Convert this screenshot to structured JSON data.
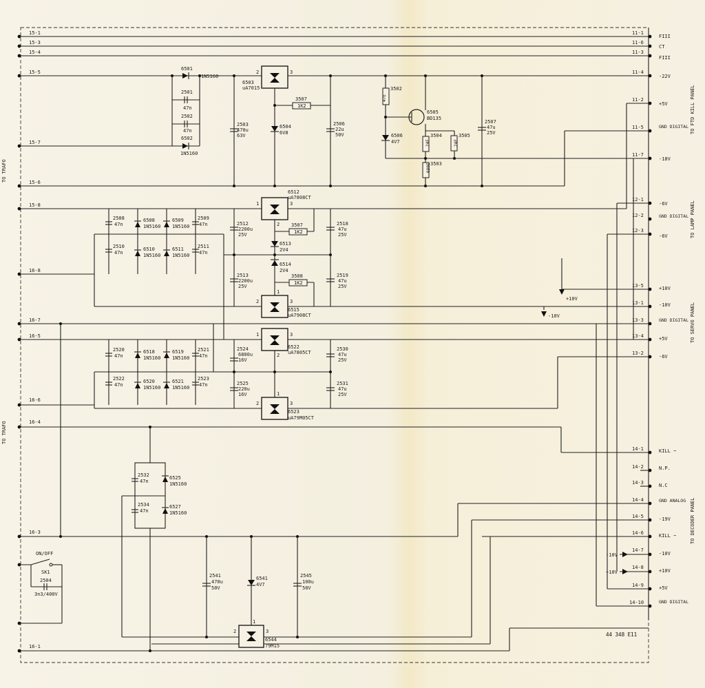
{
  "left_labels": {
    "to_trafo_top": "TO TRAFO",
    "to_trafo_bottom": "TO TRAFO"
  },
  "connectors_left": [
    "15-1",
    "15-3",
    "15-4",
    "15-5",
    "15-7",
    "15-6",
    "15-8",
    "16-8",
    "16-7",
    "16-5",
    "16-6",
    "16-4",
    "16-3",
    "16-1"
  ],
  "connectors_right": [
    {
      "pin": "11-1",
      "label": "FIII"
    },
    {
      "pin": "11-6",
      "label": "CT"
    },
    {
      "pin": "11-3",
      "label": "FIII"
    },
    {
      "pin": "11-4",
      "label": "-22V"
    },
    {
      "pin": "11-2",
      "label": "+5V"
    },
    {
      "pin": "11-5",
      "label": "GND DIGITAL"
    },
    {
      "pin": "11-7",
      "label": "-18V"
    },
    {
      "pin": "12-1",
      "label": "-6V"
    },
    {
      "pin": "12-2",
      "label": "GND DIGITAL"
    },
    {
      "pin": "12-3",
      "label": "-6V"
    },
    {
      "pin": "13-5",
      "label": "+10V"
    },
    {
      "pin": "13-1",
      "label": "-10V"
    },
    {
      "pin": "13-3",
      "label": "GND DIGITAL"
    },
    {
      "pin": "13-4",
      "label": "+5V"
    },
    {
      "pin": "13-2",
      "label": "-6V"
    },
    {
      "pin": "14-1",
      "label": "KILL ~"
    },
    {
      "pin": "14-2",
      "label": "N.P."
    },
    {
      "pin": "14-3",
      "label": "N.C"
    },
    {
      "pin": "14-4",
      "label": "GND ANALOG"
    },
    {
      "pin": "14-5",
      "label": "-19V"
    },
    {
      "pin": "14-6",
      "label": "KILL ~"
    },
    {
      "pin": "14-7",
      "label": "-10V"
    },
    {
      "pin": "14-8",
      "label": "+10V"
    },
    {
      "pin": "14-9",
      "label": "+5V"
    },
    {
      "pin": "14-10",
      "label": "GND DIGITAL"
    }
  ],
  "panels": {
    "ftd": "TO FTD KILL PANEL",
    "lamp": "TO LAMP PANEL",
    "servo": "TO SERVO PANEL",
    "decoder": "TO DECODER PANEL"
  },
  "components": {
    "d6501": [
      "6501",
      "1N5160"
    ],
    "c2501": [
      "2501",
      "47n"
    ],
    "c2502": [
      "2502",
      "47n"
    ],
    "d6502": [
      "6502",
      "1N5160"
    ],
    "ic6503": [
      "6503",
      "uA7015"
    ],
    "c2503": [
      "2503",
      "470u",
      "63V"
    ],
    "d6504": [
      "6504",
      "6V8"
    ],
    "r3507a": [
      "3507",
      "1K2"
    ],
    "c2506": [
      "2506",
      "22u",
      "50V"
    ],
    "r3502": [
      "3502",
      "47E"
    ],
    "q6505": [
      "6505",
      "BD135"
    ],
    "d6506": [
      "6506",
      "4V7"
    ],
    "r3504": [
      "3504",
      "24E"
    ],
    "r3505": [
      "3505",
      "24E"
    ],
    "r3503": [
      "3503",
      "680E"
    ],
    "c2507": [
      "2507",
      "47u",
      "25V"
    ],
    "ic6512": [
      "6512",
      "uA7808CT"
    ],
    "c2508": [
      "2508",
      "47n"
    ],
    "d6508": [
      "6508",
      "1N5160"
    ],
    "d6509": [
      "6509",
      "1N5160"
    ],
    "c2509": [
      "2509",
      "47n"
    ],
    "c2510": [
      "2510",
      "47n"
    ],
    "d6510": [
      "6510",
      "1N5160"
    ],
    "d6511": [
      "6511",
      "1N5160"
    ],
    "c2511": [
      "2511",
      "47n"
    ],
    "c2512": [
      "2512",
      "2200u",
      "25V"
    ],
    "r3507b": [
      "3507",
      "1K2"
    ],
    "c2518": [
      "2518",
      "47u",
      "25V"
    ],
    "d6513": [
      "6513",
      "2V4"
    ],
    "d6514": [
      "6514",
      "2V4"
    ],
    "c2513": [
      "2513",
      "2200u",
      "25V"
    ],
    "r3508": [
      "3508",
      "1K2"
    ],
    "c2519": [
      "2519",
      "47u",
      "25V"
    ],
    "ic6515": [
      "6515",
      "uA7908CT"
    ],
    "ic6522": [
      "6522",
      "uA7805CT"
    ],
    "c2520": [
      "2520",
      "47n"
    ],
    "d6518": [
      "6518",
      "1N5160"
    ],
    "d6519": [
      "6519",
      "1N5160"
    ],
    "c2521": [
      "2521",
      "47n"
    ],
    "c2522": [
      "2522",
      "47n"
    ],
    "d6520": [
      "6520",
      "1N5160"
    ],
    "d6521": [
      "6521",
      "1N5160"
    ],
    "c2523": [
      "2523",
      "47n"
    ],
    "c2524": [
      "2524",
      "6800u",
      "16V"
    ],
    "c2530": [
      "2530",
      "47u",
      "25V"
    ],
    "c2525": [
      "2525",
      "220u",
      "16V"
    ],
    "c2531": [
      "2531",
      "47u",
      "25V"
    ],
    "ic6523": [
      "6523",
      "uA79M05CT"
    ],
    "c2532": [
      "2532",
      "47n"
    ],
    "d6525": [
      "6525",
      "1N5160"
    ],
    "c2534": [
      "2534",
      "47n"
    ],
    "d6527": [
      "6527",
      "1N5160"
    ],
    "sw": [
      "ON/OFF",
      "SK1"
    ],
    "c2504": [
      "2504",
      "3n3/400V"
    ],
    "c2541": [
      "2541",
      "470u",
      "50V"
    ],
    "d6541": [
      "6541",
      "4V7"
    ],
    "c2545": [
      "2545",
      "100u",
      "50V"
    ],
    "ic6544": [
      "6544",
      "79M15"
    ]
  },
  "rail_labels": {
    "p10": "+10V",
    "m10": "-10V",
    "m10b": "-10V",
    "p10b": "+10V"
  },
  "doc_number": "44 348 E11"
}
